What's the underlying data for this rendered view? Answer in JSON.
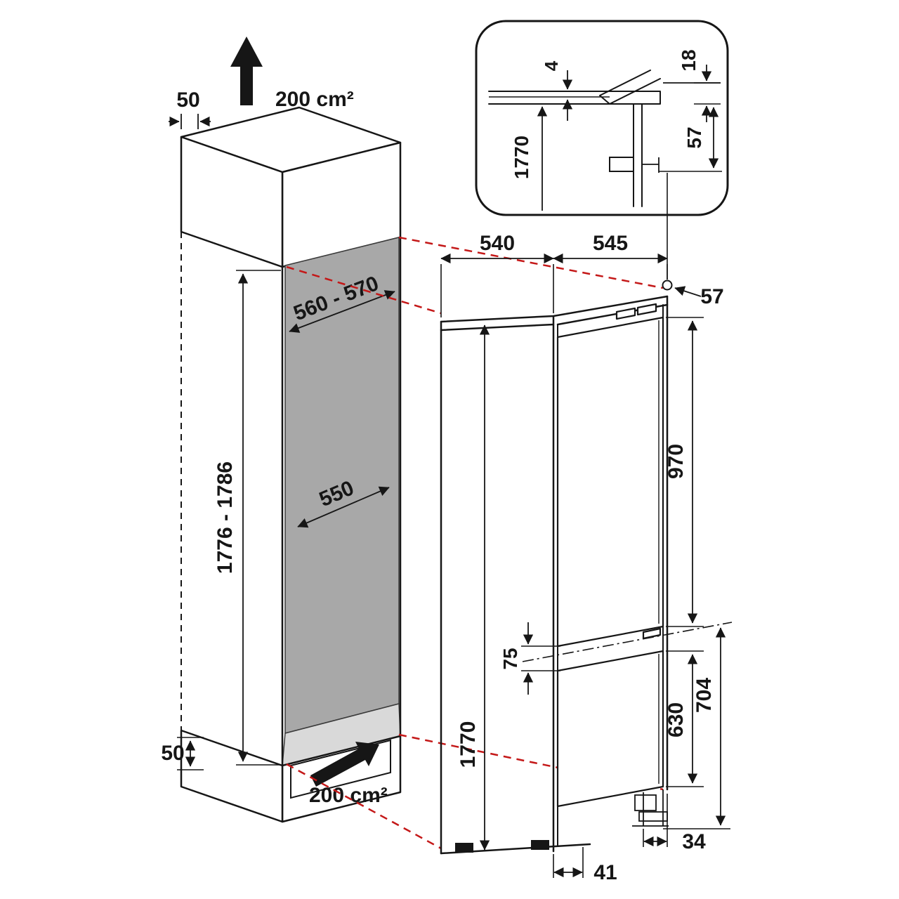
{
  "figure": {
    "kind": "built-in fridge-freezer installation dimensions diagram"
  },
  "colors": {
    "line": "#161616",
    "projection_red": "#c41818",
    "niche_back_panel": "#a8a8a8",
    "niche_floor": "#d9d9d9",
    "background": "#ffffff"
  },
  "niche": {
    "top_gap": "50",
    "top_vent_area": "200 cm²",
    "width_range": "560 - 570",
    "depth": "550",
    "height_range": "1776 - 1786",
    "bottom_gap": "50",
    "bottom_vent_area": "200 cm²"
  },
  "appliance": {
    "width": "540",
    "depth": "545",
    "hinge_offset": "57",
    "height": "1770",
    "upper_door": "970",
    "door_gap": "75",
    "lower_door": "630",
    "lower_section": "704",
    "plinth_recess": "34",
    "base_clearance": "41"
  },
  "detail": {
    "door_reveal": "4",
    "top_clearance": "18",
    "height": "1770",
    "hinge_offset": "57"
  }
}
